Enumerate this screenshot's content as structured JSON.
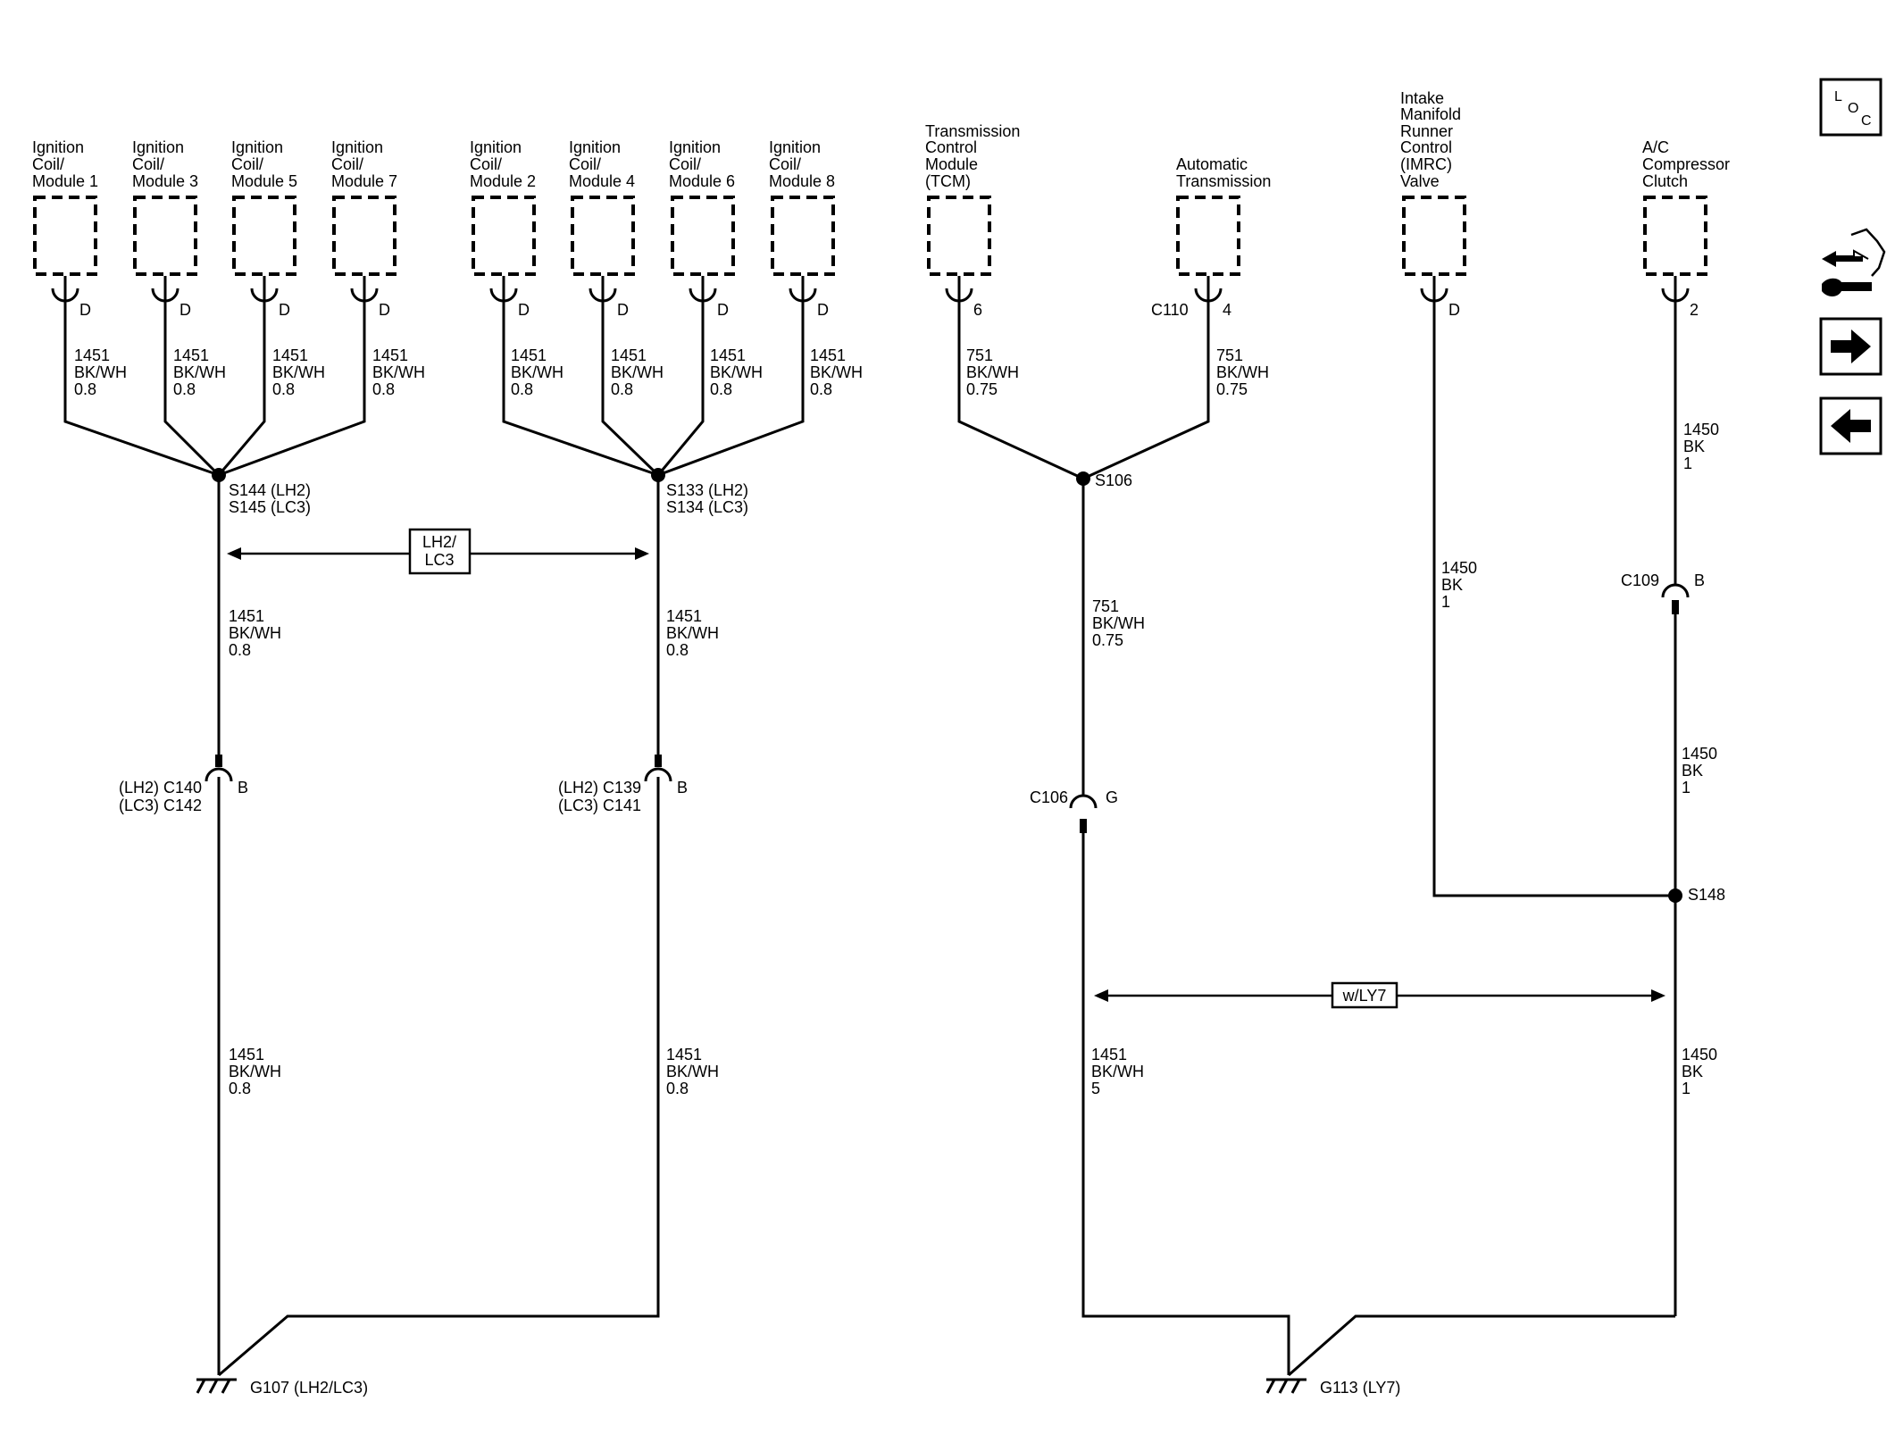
{
  "components": [
    {
      "lines": [
        "Ignition",
        "Coil/",
        "Module 1"
      ],
      "pin": "D"
    },
    {
      "lines": [
        "Ignition",
        "Coil/",
        "Module 3"
      ],
      "pin": "D"
    },
    {
      "lines": [
        "Ignition",
        "Coil/",
        "Module 5"
      ],
      "pin": "D"
    },
    {
      "lines": [
        "Ignition",
        "Coil/",
        "Module 7"
      ],
      "pin": "D"
    },
    {
      "lines": [
        "Ignition",
        "Coil/",
        "Module 2"
      ],
      "pin": "D"
    },
    {
      "lines": [
        "Ignition",
        "Coil/",
        "Module 4"
      ],
      "pin": "D"
    },
    {
      "lines": [
        "Ignition",
        "Coil/",
        "Module 6"
      ],
      "pin": "D"
    },
    {
      "lines": [
        "Ignition",
        "Coil/",
        "Module 8"
      ],
      "pin": "D"
    },
    {
      "lines": [
        "Transmission",
        "Control",
        "Module",
        "(TCM)"
      ],
      "pin": "6"
    },
    {
      "lines": [
        "Automatic",
        "Transmission"
      ],
      "pin": "4",
      "connector": "C110"
    },
    {
      "lines": [
        "Intake",
        "Manifold",
        "Runner",
        "Control",
        "(IMRC)",
        "Valve"
      ],
      "pin": "D"
    },
    {
      "lines": [
        "A/C",
        "Compressor",
        "Clutch"
      ],
      "pin": "2"
    }
  ],
  "wire_labels": [
    [
      "1451",
      "BK/WH",
      "0.8"
    ],
    [
      "1451",
      "BK/WH",
      "0.8"
    ],
    [
      "1451",
      "BK/WH",
      "0.8"
    ],
    [
      "1451",
      "BK/WH",
      "0.8"
    ],
    [
      "1451",
      "BK/WH",
      "0.8"
    ],
    [
      "1451",
      "BK/WH",
      "0.8"
    ],
    [
      "1451",
      "BK/WH",
      "0.8"
    ],
    [
      "1451",
      "BK/WH",
      "0.8"
    ],
    [
      "751",
      "BK/WH",
      "0.75"
    ],
    [
      "751",
      "BK/WH",
      "0.75"
    ],
    [
      "1450",
      "BK",
      "1"
    ],
    [
      "1451",
      "BK/WH",
      "0.8"
    ],
    [
      "1451",
      "BK/WH",
      "0.8"
    ],
    [
      "751",
      "BK/WH",
      "0.75"
    ],
    [
      "1450",
      "BK",
      "1"
    ],
    [
      "1450",
      "BK",
      "1"
    ],
    [
      "1451",
      "BK/WH",
      "0.8"
    ],
    [
      "1451",
      "BK/WH",
      "0.8"
    ],
    [
      "1451",
      "BK/WH",
      "5"
    ],
    [
      "1450",
      "BK",
      "1"
    ]
  ],
  "splices": [
    [
      "S144 (LH2)",
      "S145 (LC3)"
    ],
    [
      "S133 (LH2)",
      "S134 (LC3)"
    ],
    [
      "S106"
    ],
    [
      "S148"
    ]
  ],
  "connectors": [
    {
      "lines": [
        "(LH2) C140",
        "(LC3) C142"
      ],
      "pin": "B"
    },
    {
      "lines": [
        "(LH2) C139",
        "(LC3) C141"
      ],
      "pin": "B"
    },
    {
      "lines": [
        "C106"
      ],
      "pin": "G"
    },
    {
      "lines": [
        "C109"
      ],
      "pin": "B"
    }
  ],
  "options": [
    [
      "LH2/",
      "LC3"
    ],
    [
      "w/LY7"
    ]
  ],
  "grounds": [
    "G107 (LH2/LC3)",
    "G113 (LY7)"
  ],
  "toolbar": {
    "loc_letters": [
      "L",
      "O",
      "C"
    ]
  }
}
